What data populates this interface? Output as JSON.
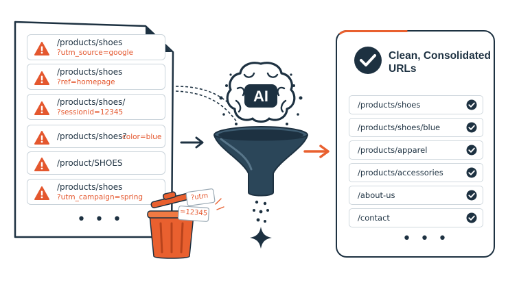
{
  "dirty_urls": [
    {
      "path": "/products/shoes",
      "param": "?utm_source=google"
    },
    {
      "path": "/products/shoes",
      "param": "?ref=homepage"
    },
    {
      "path": "/products/shoes/",
      "param": "?sessionid=12345"
    },
    {
      "path": "/products/shoes?",
      "param": "color=blue"
    },
    {
      "path": "/product/SHOES",
      "param": ""
    },
    {
      "path": "/products/shoes",
      "param": "?utm_campaign=spring"
    }
  ],
  "left_more": "• • •",
  "ai_label": "AI",
  "trash_tags": [
    "?utm",
    "=12345"
  ],
  "panel": {
    "title": "Clean, Consolidated URLs",
    "urls": [
      "/products/shoes",
      "/products/shoes/blue",
      "/products/apparel",
      "/products/accessories",
      "/about-us",
      "/contact"
    ],
    "more": "• • •"
  },
  "colors": {
    "navy": "#1d3141",
    "accent": "#e9602f",
    "warning": "#e4572e",
    "steel": "#3f5d72"
  },
  "icons": {
    "warning": "warning-triangle-icon",
    "check": "check-circle-icon",
    "brain": "brain-icon",
    "funnel": "funnel-icon",
    "trash": "trash-can-icon",
    "sparkle": "sparkle-icon",
    "arrow": "arrow-right-icon"
  }
}
